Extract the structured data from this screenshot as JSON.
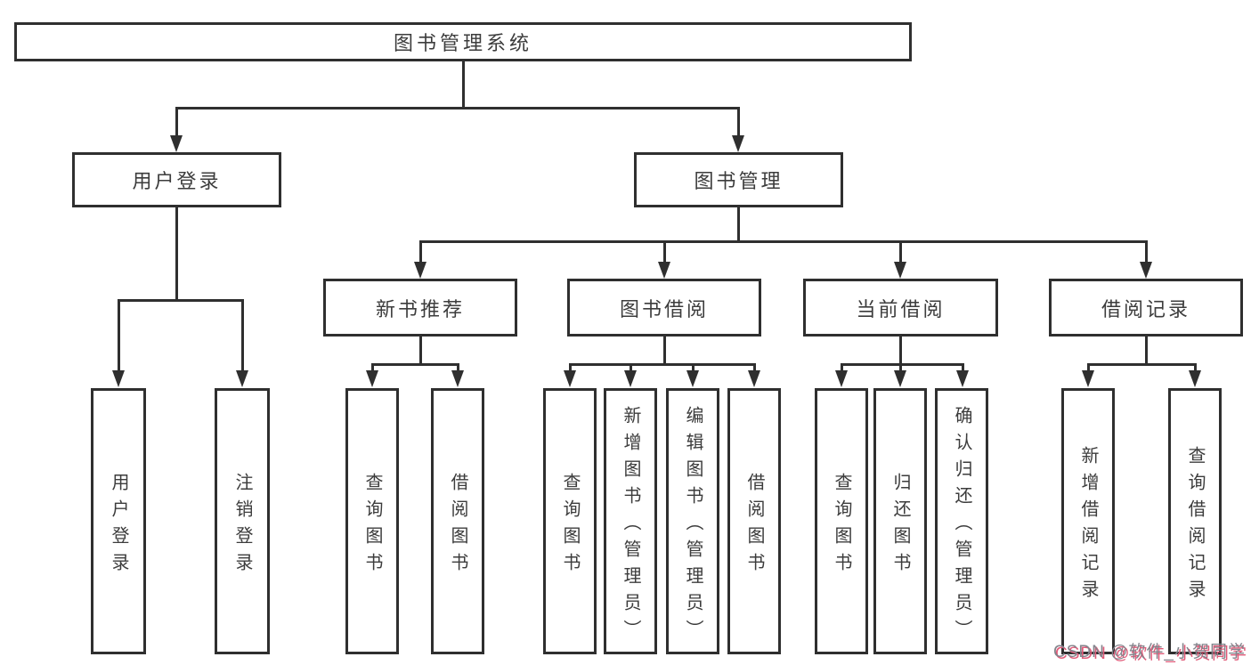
{
  "nodes": {
    "root": "图书管理系统",
    "l2": [
      "用户登录",
      "图书管理"
    ],
    "l3": [
      "新书推荐",
      "图书借阅",
      "当前借阅",
      "借阅记录"
    ],
    "leaves_login": [
      "用户登录",
      "注销登录"
    ],
    "leaves_newbook": [
      "查询图书",
      "借阅图书"
    ],
    "leaves_borrow": [
      "查询图书",
      "新增图书（管理员）",
      "编辑图书（管理员）",
      "借阅图书"
    ],
    "leaves_current": [
      "查询图书",
      "归还图书",
      "确认归还（管理员）"
    ],
    "leaves_records": [
      "新增借阅记录",
      "查询借阅记录"
    ]
  },
  "watermark": "CSDN @软件_小贺同学",
  "theme": {
    "line": "#2f2f2f",
    "text": "#3c3c3c",
    "box_bg": "#ffffff",
    "wm_text": "#83848c",
    "wm_shadow": "#e05a78"
  }
}
